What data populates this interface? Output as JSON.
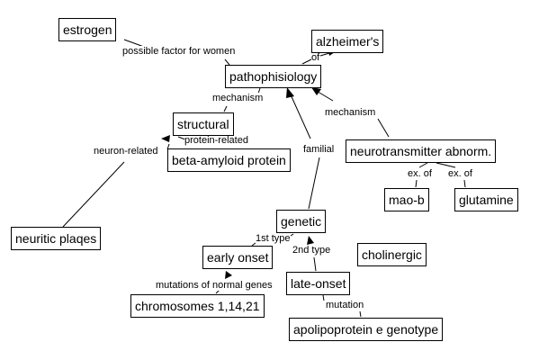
{
  "nodes": {
    "estrogen": "estrogen",
    "alzheimers": "alzheimer's",
    "pathophisiology": "pathophisiology",
    "structural": "structural",
    "beta_amyloid": "beta-amyloid protein",
    "neurotransmitter": "neurotransmitter abnorm.",
    "mao_b": "mao-b",
    "glutamine": "glutamine",
    "neuritic": "neuritic plaqes",
    "genetic": "genetic",
    "early_onset": "early onset",
    "cholinergic": "cholinergic",
    "late_onset": "late-onset",
    "chromosomes": "chromosomes 1,14,21",
    "apolipoprotein": "apolipoprotein e genotype"
  },
  "edge_labels": {
    "possible_factor": "possible factor for women",
    "of": "of",
    "mechanism_left": "mechanism",
    "mechanism_right": "mechanism",
    "protein_related": "protein-related",
    "neuron_related": "neuron-related",
    "familial": "familial",
    "ex_of_left": "ex. of",
    "ex_of_right": "ex. of",
    "first_type": "1st type",
    "second_type": "2nd type",
    "mutations": "mutations of normal genes",
    "mutation": "mutation"
  },
  "colors": {
    "stroke": "#000000",
    "background": "#ffffff"
  }
}
